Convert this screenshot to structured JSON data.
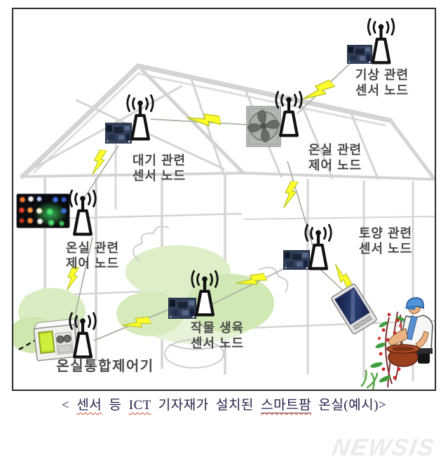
{
  "nodes": [
    {
      "id": "atmosphere-sensor-node",
      "line1": "대기 관련",
      "line2": "센서 노드"
    },
    {
      "id": "greenhouse-control-node-top",
      "line1": "온실 관련",
      "line2": "제어 노드"
    },
    {
      "id": "weather-sensor-node",
      "line1": "기상 관련",
      "line2": "센서 노드"
    },
    {
      "id": "greenhouse-control-node-left",
      "line1": "온실 관련",
      "line2": "제어 노드"
    },
    {
      "id": "soil-sensor-node",
      "line1": "토양 관련",
      "line2": "센서 노드"
    },
    {
      "id": "crop-growth-sensor-node",
      "line1": "작물 생육",
      "line2": "센서 노드"
    },
    {
      "id": "integrated-greenhouse-controller",
      "line1": "온실통합제어기",
      "line2": ""
    }
  ],
  "caption": {
    "prefix": "< ",
    "seg_sensor": "센서",
    "seg_mid1": " 등 ",
    "seg_ict": "ICT",
    "seg_mid2": " 기자재가 설치된 ",
    "seg_smartfarm": "스마트팜",
    "seg_suffix": " 온실(예시)>"
  },
  "watermark": {
    "text": "NEWSIS"
  },
  "icons": {
    "antenna": "wifi-antenna",
    "lightning": "wireless-link-bolt",
    "fan": "ventilation-fan",
    "led_panel": "led-grow-light-panel",
    "controller_box": "greenhouse-controller-unit",
    "pda": "handheld-pda",
    "farmer": "farmer-with-pot",
    "circuit_board": "sensor-circuit-board"
  },
  "colors": {
    "bolt_fill": "#ffff2b",
    "bolt_stroke": "#bcc728",
    "sketch_gray": "#d4d4d4",
    "link_line": "#a9b3a4",
    "label_text": "#4a4a4a",
    "caption_text": "#23234a",
    "squiggle_red": "#c8502c",
    "watermark_gray": "#eaeaea",
    "foliage_green": "#ddeec8"
  }
}
